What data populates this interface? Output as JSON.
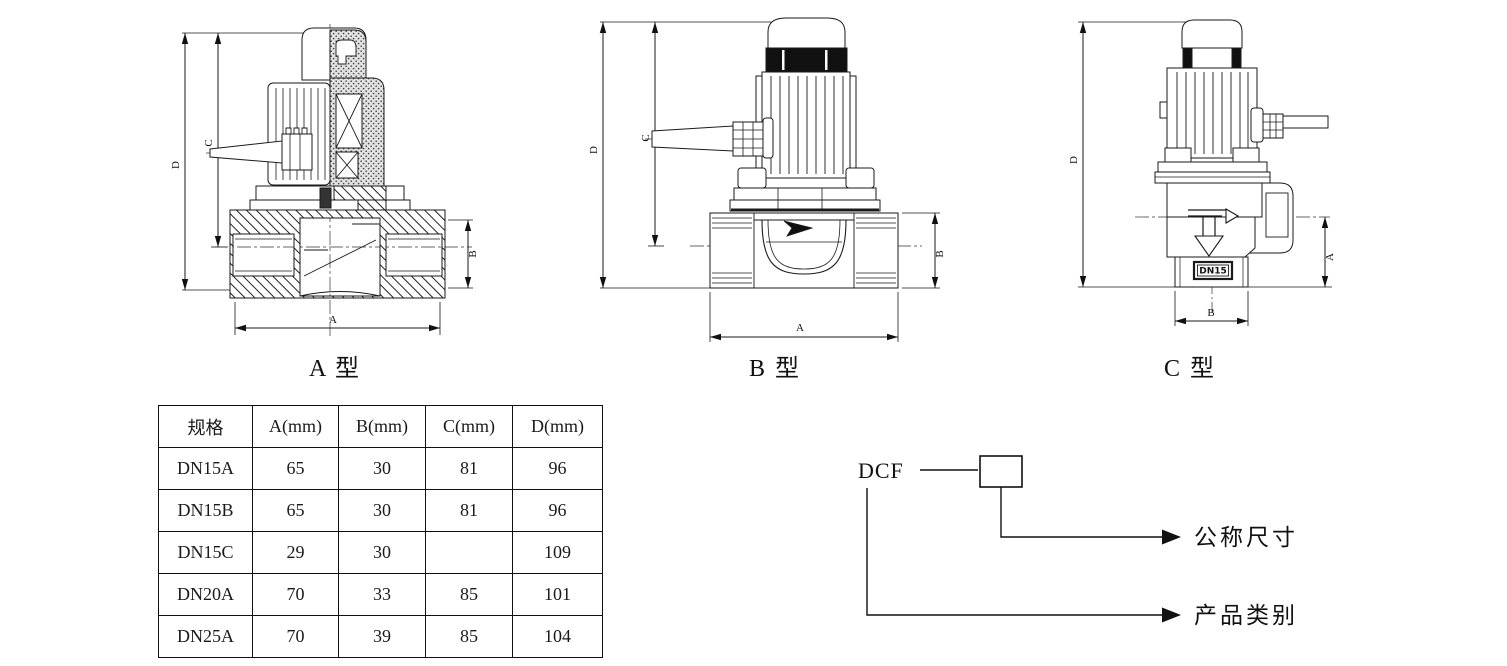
{
  "drawings": [
    {
      "caption": "A 型",
      "dim_a": "A",
      "dim_b": "B",
      "dim_c": "C",
      "dim_d": "D"
    },
    {
      "caption": "B 型",
      "dim_a": "A",
      "dim_b": "B",
      "dim_c": "C",
      "dim_d": "D"
    },
    {
      "caption": "C 型",
      "dim_a": "A",
      "dim_b": "B",
      "dim_d": "D",
      "port_label": "DN15"
    }
  ],
  "spec_table": {
    "headers": [
      "规格",
      "A(mm)",
      "B(mm)",
      "C(mm)",
      "D(mm)"
    ],
    "rows": [
      [
        "DN15A",
        "65",
        "30",
        "81",
        "96"
      ],
      [
        "DN15B",
        "65",
        "30",
        "81",
        "96"
      ],
      [
        "DN15C",
        "29",
        "30",
        "",
        "109"
      ],
      [
        "DN20A",
        "70",
        "33",
        "85",
        "101"
      ],
      [
        "DN25A",
        "70",
        "39",
        "85",
        "104"
      ]
    ]
  },
  "naming_diagram": {
    "code": "DCF",
    "nominal_size_label": "公称尺寸",
    "category_label": "产品类别"
  },
  "colors": {
    "line": "#1a1a1a",
    "background": "#ffffff"
  }
}
